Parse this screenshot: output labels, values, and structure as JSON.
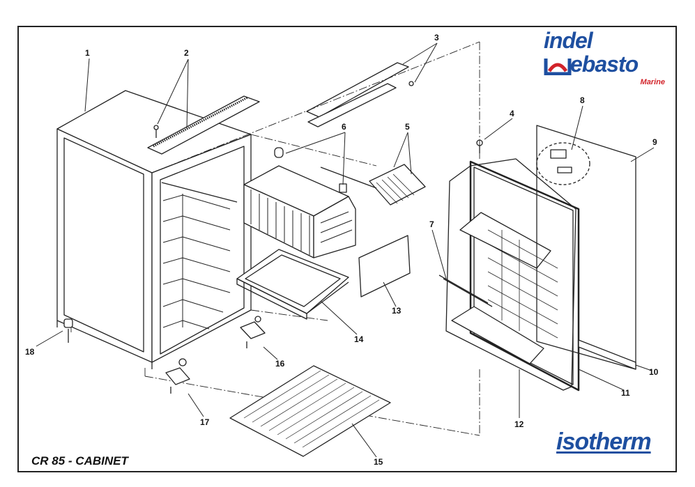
{
  "title": "CR 85 - CABINET",
  "logos": {
    "indel": "indel",
    "webasto": "ebasto",
    "marine": "Marine",
    "isotherm": "isotherm"
  },
  "part_labels": [
    "1",
    "2",
    "3",
    "4",
    "5",
    "6",
    "7",
    "8",
    "9",
    "10",
    "11",
    "12",
    "13",
    "14",
    "15",
    "16",
    "17",
    "18"
  ],
  "colors": {
    "brand_blue": "#1e4fa0",
    "brand_red": "#d2232a",
    "line": "#222222"
  }
}
